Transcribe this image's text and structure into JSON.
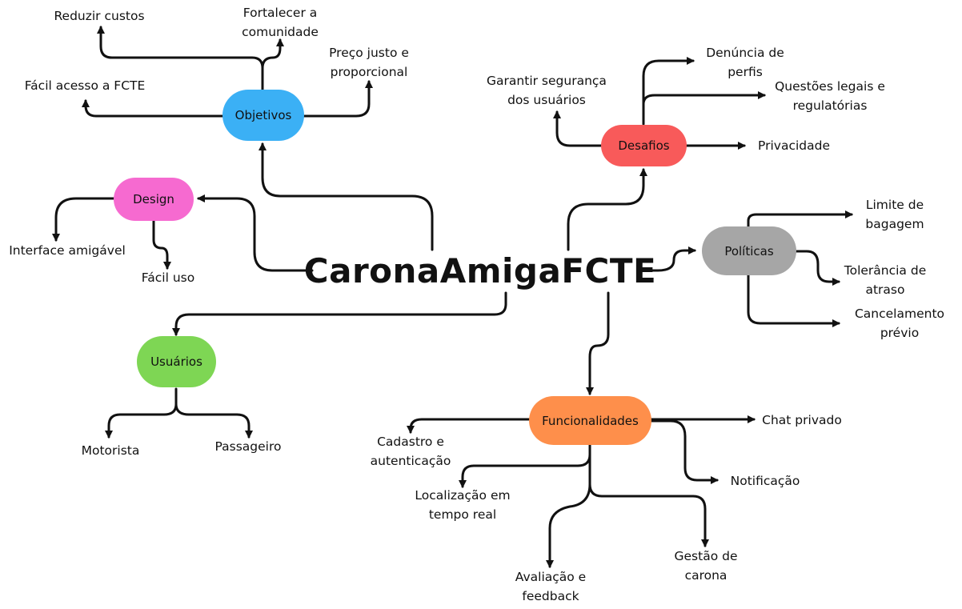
{
  "title": "CaronaAmigaFCTE",
  "branches": {
    "objetivos": {
      "label": "Objetivos",
      "color": "#3bb0f5",
      "items": [
        "Reduzir custos",
        "Fortalecer a comunidade",
        "Preço justo e proporcional",
        "Fácil acesso a FCTE"
      ]
    },
    "desafios": {
      "label": "Desafios",
      "color": "#f85a5a",
      "items": [
        "Denúncia de perfis",
        "Questões legais e regulatórias",
        "Garantir segurança dos usuários",
        "Privacidade"
      ]
    },
    "design": {
      "label": "Design",
      "color": "#f66ad0",
      "items": [
        "Interface amigável",
        "Fácil uso"
      ]
    },
    "politicas": {
      "label": "Políticas",
      "color": "#a6a6a6",
      "items": [
        "Limite de bagagem",
        "Tolerância de atraso",
        "Cancelamento prévio"
      ]
    },
    "usuarios": {
      "label": "Usuários",
      "color": "#7ed654",
      "items": [
        "Motorista",
        "Passageiro"
      ]
    },
    "funcionalidades": {
      "label": "Funcionalidades",
      "color": "#fe8f4b",
      "items": [
        "Chat privado",
        "Cadastro e autenticação",
        "Notificação",
        "Localização em tempo real",
        "Gestão de carona",
        "Avaliação e feedback"
      ]
    }
  }
}
